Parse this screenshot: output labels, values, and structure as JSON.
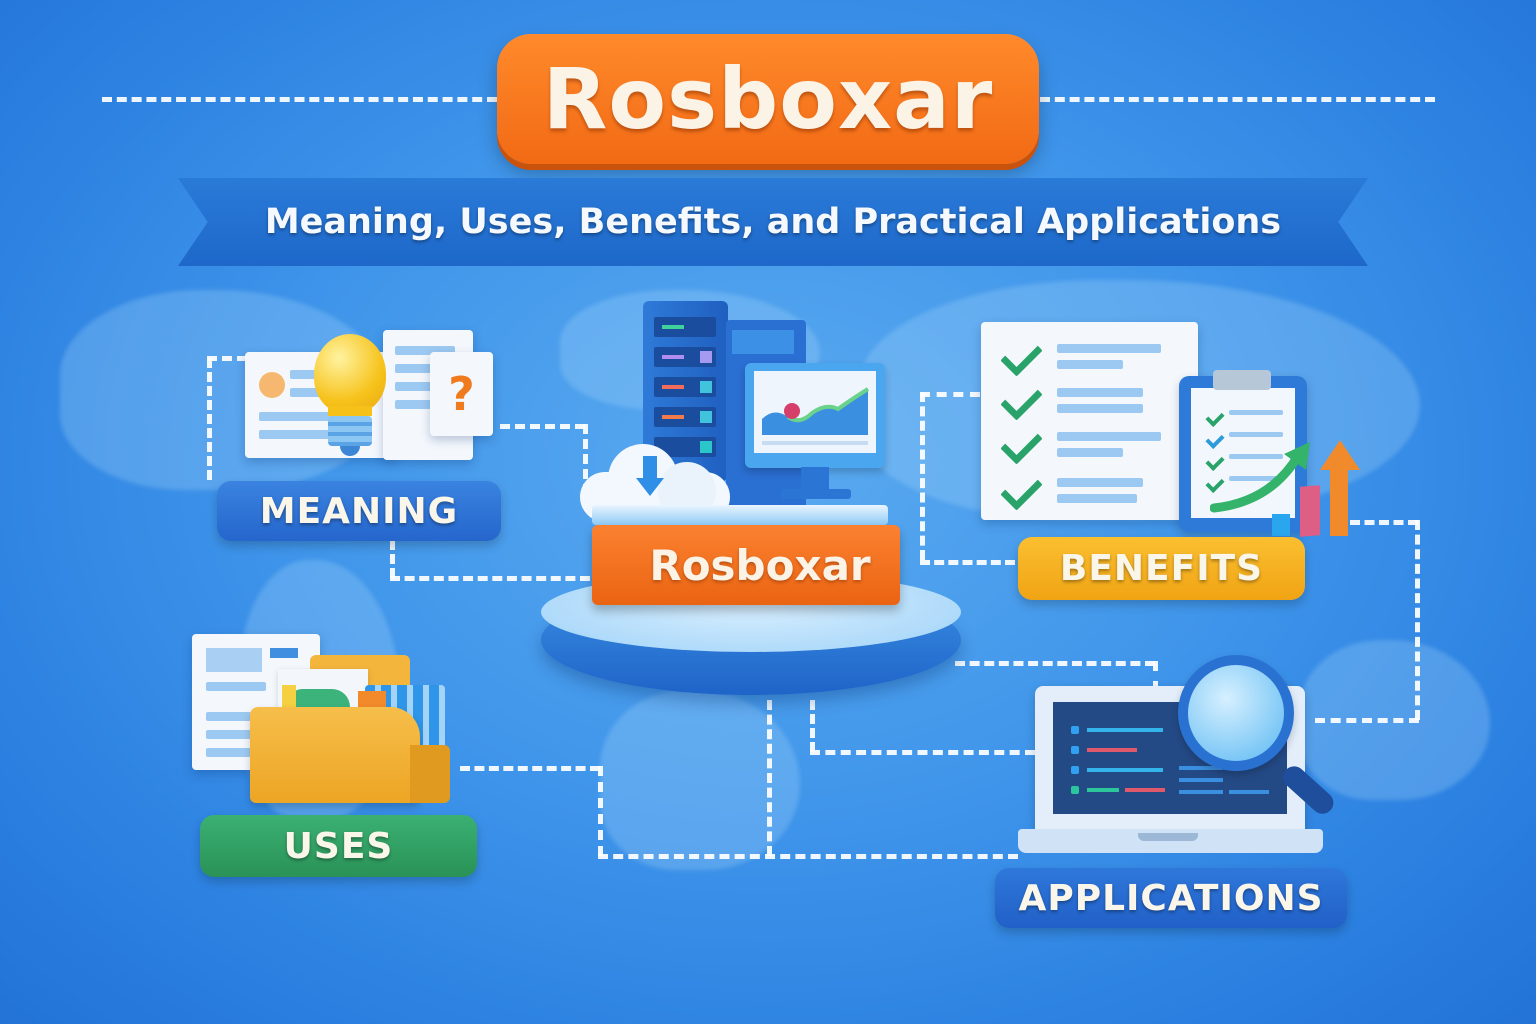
{
  "header": {
    "title": "Rosboxar",
    "subtitle": "Meaning, Uses, Benefits, and Practical Applications"
  },
  "center": {
    "label": "Rosboxar",
    "icons": [
      "server-icon",
      "monitor-chart-icon",
      "cloud-download-icon",
      "platform-disc"
    ]
  },
  "sections": [
    {
      "id": "meaning",
      "label": "MEANING",
      "color": "#2f74d6",
      "icons": [
        "document-icon",
        "lightbulb-icon",
        "question-mark-icon"
      ]
    },
    {
      "id": "uses",
      "label": "USES",
      "color": "#2f9e5e",
      "icons": [
        "document-icon",
        "folder-icon",
        "image-file-icon"
      ]
    },
    {
      "id": "benefits",
      "label": "BENEFITS",
      "color": "#f5ad1c",
      "icons": [
        "checklist-icon",
        "clipboard-icon",
        "growth-arrow-icon",
        "bar-chart-icon"
      ]
    },
    {
      "id": "applications",
      "label": "APPLICATIONS",
      "color": "#2466d1",
      "icons": [
        "laptop-code-icon",
        "magnifier-icon"
      ]
    }
  ],
  "colors": {
    "background": "#3f95ea",
    "title_orange": "#f26a14",
    "ribbon_blue": "#1f6cca",
    "connector": "#ffffff"
  }
}
